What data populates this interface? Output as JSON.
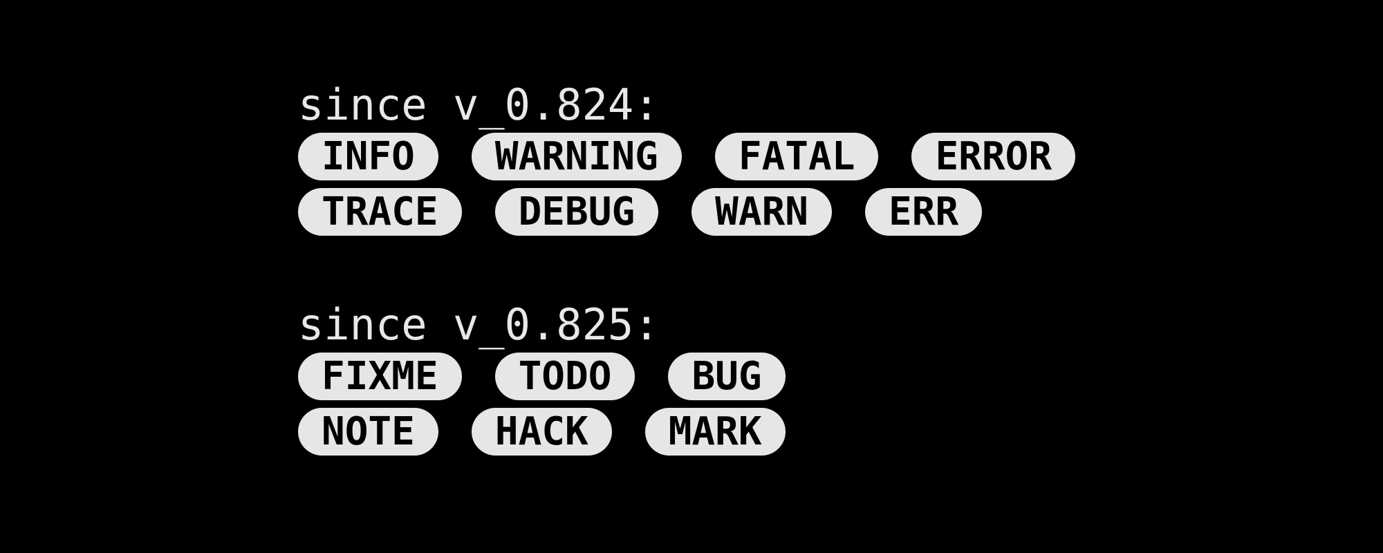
{
  "sections": [
    {
      "heading": "since v_0.824:",
      "rows": [
        [
          "INFO",
          "WARNING",
          "FATAL",
          "ERROR"
        ],
        [
          "TRACE",
          "DEBUG",
          "WARN",
          "ERR"
        ]
      ]
    },
    {
      "heading": "since v_0.825:",
      "rows": [
        [
          "FIXME",
          "TODO",
          "BUG"
        ],
        [
          "NOTE",
          "HACK",
          "MARK"
        ]
      ]
    }
  ]
}
